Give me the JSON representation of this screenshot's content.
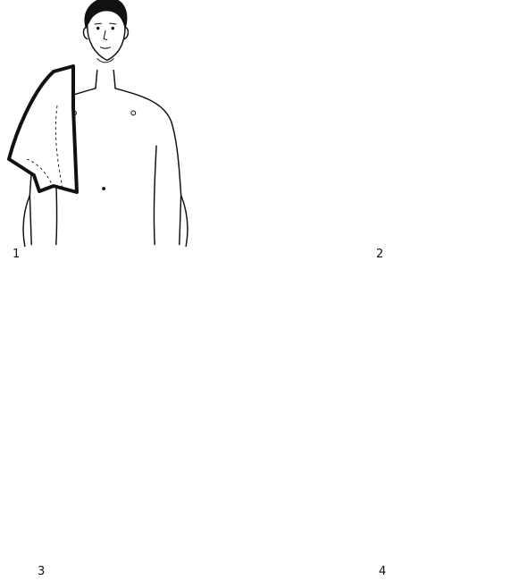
{
  "figure": {
    "panels": [
      {
        "id": "panel-1",
        "label": "1"
      },
      {
        "id": "panel-2",
        "label": "2"
      },
      {
        "id": "panel-3",
        "label": "3"
      },
      {
        "id": "panel-4",
        "label": "4"
      }
    ]
  },
  "colors": {
    "ink": "#111111",
    "paper": "#ffffff"
  }
}
